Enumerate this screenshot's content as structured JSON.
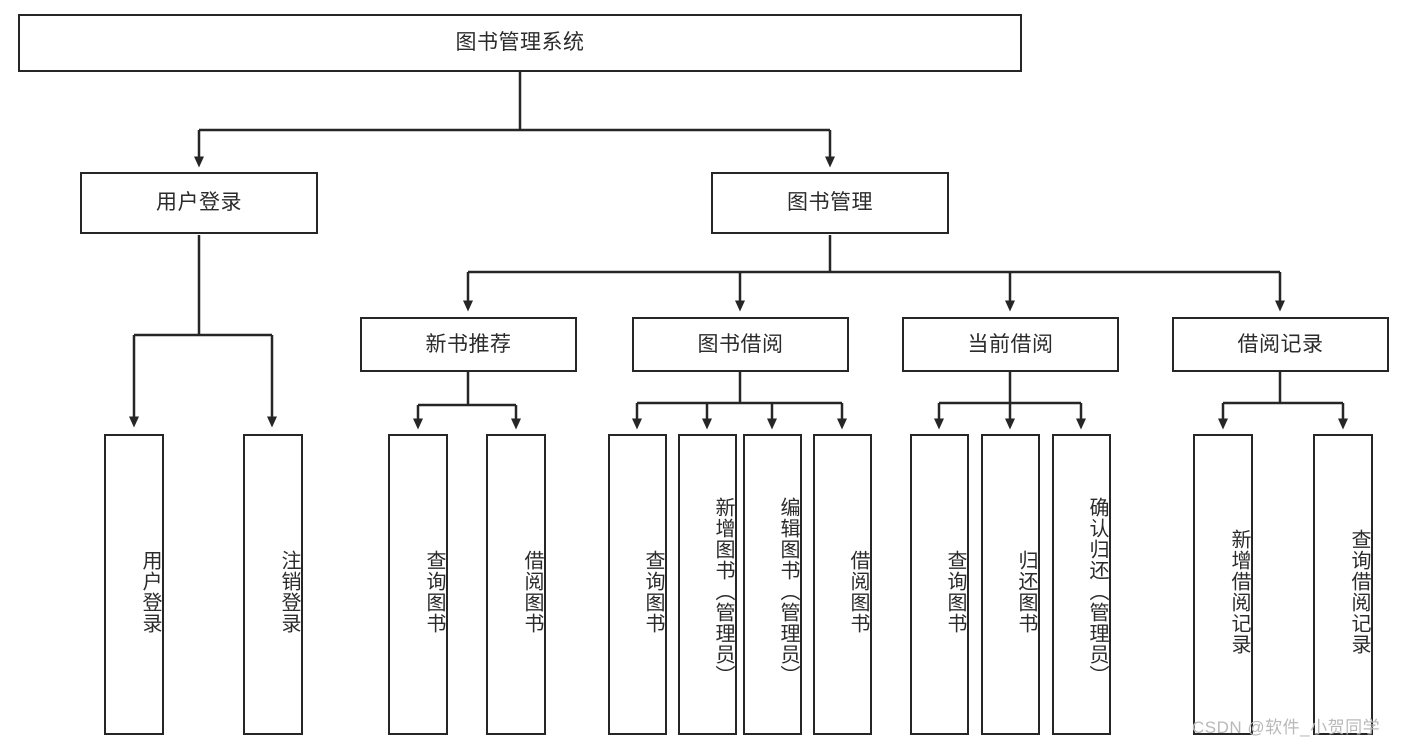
{
  "diagram": {
    "title": "图书管理系统",
    "watermark": "CSDN @软件_小贺同学",
    "line_color": "#262626",
    "text_color": "#2b2b2b",
    "background": "#ffffff",
    "root": {
      "label": "图书管理系统"
    },
    "level1": [
      {
        "key": "user-login",
        "label": "用户登录"
      },
      {
        "key": "book-management",
        "label": "图书管理"
      }
    ],
    "level2": [
      {
        "key": "new-book-recommend",
        "label": "新书推荐"
      },
      {
        "key": "book-borrow",
        "label": "图书借阅"
      },
      {
        "key": "current-borrow",
        "label": "当前借阅"
      },
      {
        "key": "borrow-record",
        "label": "借阅记录"
      }
    ],
    "leaves": {
      "user_login": [
        {
          "key": "user-login-leaf",
          "label": "用户登录"
        },
        {
          "key": "logout-leaf",
          "label": "注销登录"
        }
      ],
      "new_book_recommend": [
        {
          "key": "query-book-1",
          "label": "查询图书"
        },
        {
          "key": "borrow-book-1",
          "label": "借阅图书"
        }
      ],
      "book_borrow": [
        {
          "key": "query-book-2",
          "label": "查询图书"
        },
        {
          "key": "add-book",
          "label": "新增图书（管理员）"
        },
        {
          "key": "edit-book",
          "label": "编辑图书（管理员）"
        },
        {
          "key": "borrow-book-2",
          "label": "借阅图书"
        }
      ],
      "current_borrow": [
        {
          "key": "query-book-3",
          "label": "查询图书"
        },
        {
          "key": "return-book",
          "label": "归还图书"
        },
        {
          "key": "confirm-return",
          "label": "确认归还（管理员）"
        }
      ],
      "borrow_record": [
        {
          "key": "add-borrow-record",
          "label": "新增借阅记录"
        },
        {
          "key": "query-borrow-record",
          "label": "查询借阅记录"
        }
      ]
    }
  }
}
